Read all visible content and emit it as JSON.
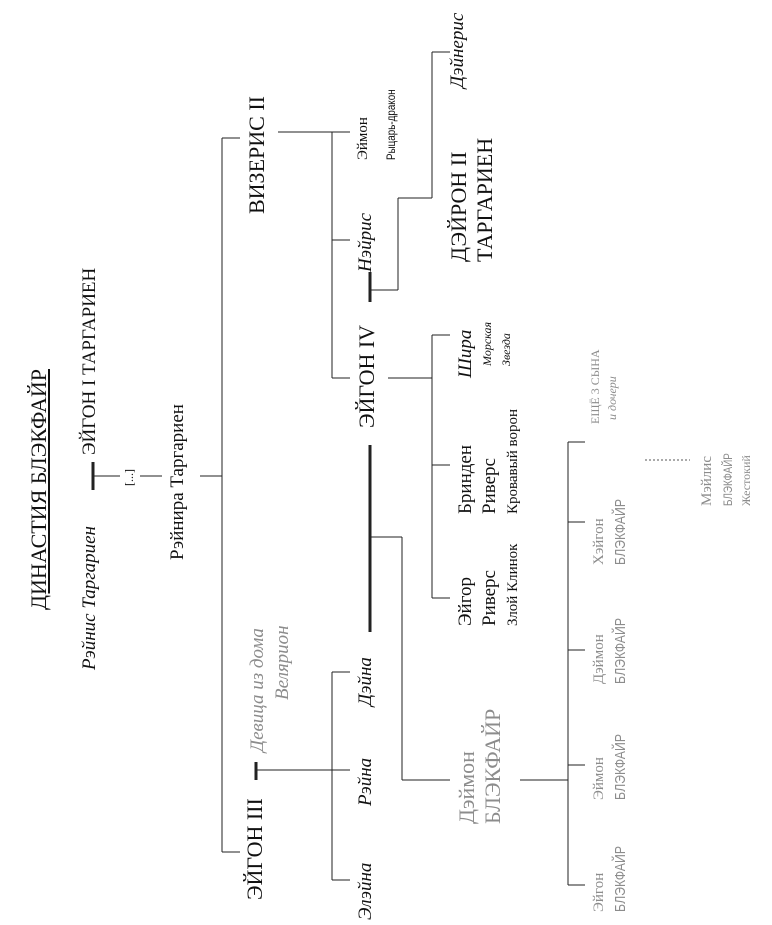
{
  "title": "ДИНАСТИЯ БЛЭКФАЙР",
  "people": {
    "raenys": "Рэйнис Таргариен",
    "aegon1": "ЭЙГОН I ТАРГАРИЕН",
    "ellipsis": "[...]",
    "rhaenyra": "Рэйнира Таргариен",
    "viserys2": "ВИЗЕРИС II",
    "aemon_name": "Эймон",
    "aemon_title": "Рыцарь-дракон",
    "daenerys": "Дэйнерис",
    "naerys": "Нэйрис",
    "daeron2_l1": "ДЭЙРОН II",
    "daeron2_l2": "ТАРГАРИЕН",
    "aegon4": "ЭЙГОН IV",
    "shiera_name": "Шира",
    "shiera_title_l1": "Морская",
    "shiera_title_l2": "Звезда",
    "brynden_l1": "Бринден",
    "brynden_l2": "Риверс",
    "brynden_title": "Кровавый ворон",
    "aegor_l1": "Эйгор",
    "aegor_l2": "Риверс",
    "aegor_title": "Злой Клинок",
    "maiden": "Девица из дома",
    "maiden_house": "Велярион",
    "daena": "Дэйна",
    "rhaena": "Рэйна",
    "elaena": "Элэйна",
    "aegon3": "ЭЙГОН III",
    "daemon_l1": "Дэймон",
    "daemon_l2": "БЛЭКФАЙР",
    "sons_more_l1": "ЕЩЁ 3 СЫНА",
    "sons_more_l2": "и дочери",
    "maelys_l1": "Мэйлис",
    "maelys_l2": "БЛЭКФАЙР",
    "maelys_l3": "Жестокий",
    "haegon_l1": "Хэйгон",
    "haegon_l2": "БЛЭКФАЙР",
    "daemon2_l1": "Дэймон",
    "daemon2_l2": "БЛЭКФАЙР",
    "aemon2_l1": "Эймон",
    "aemon2_l2": "БЛЭКФАЙР",
    "aegon_bf_l1": "Эйгон",
    "aegon_bf_l2": "БЛЭКФАЙР"
  },
  "colors": {
    "ink": "#111111",
    "grey": "#8c8c8c",
    "line": "#222222"
  }
}
